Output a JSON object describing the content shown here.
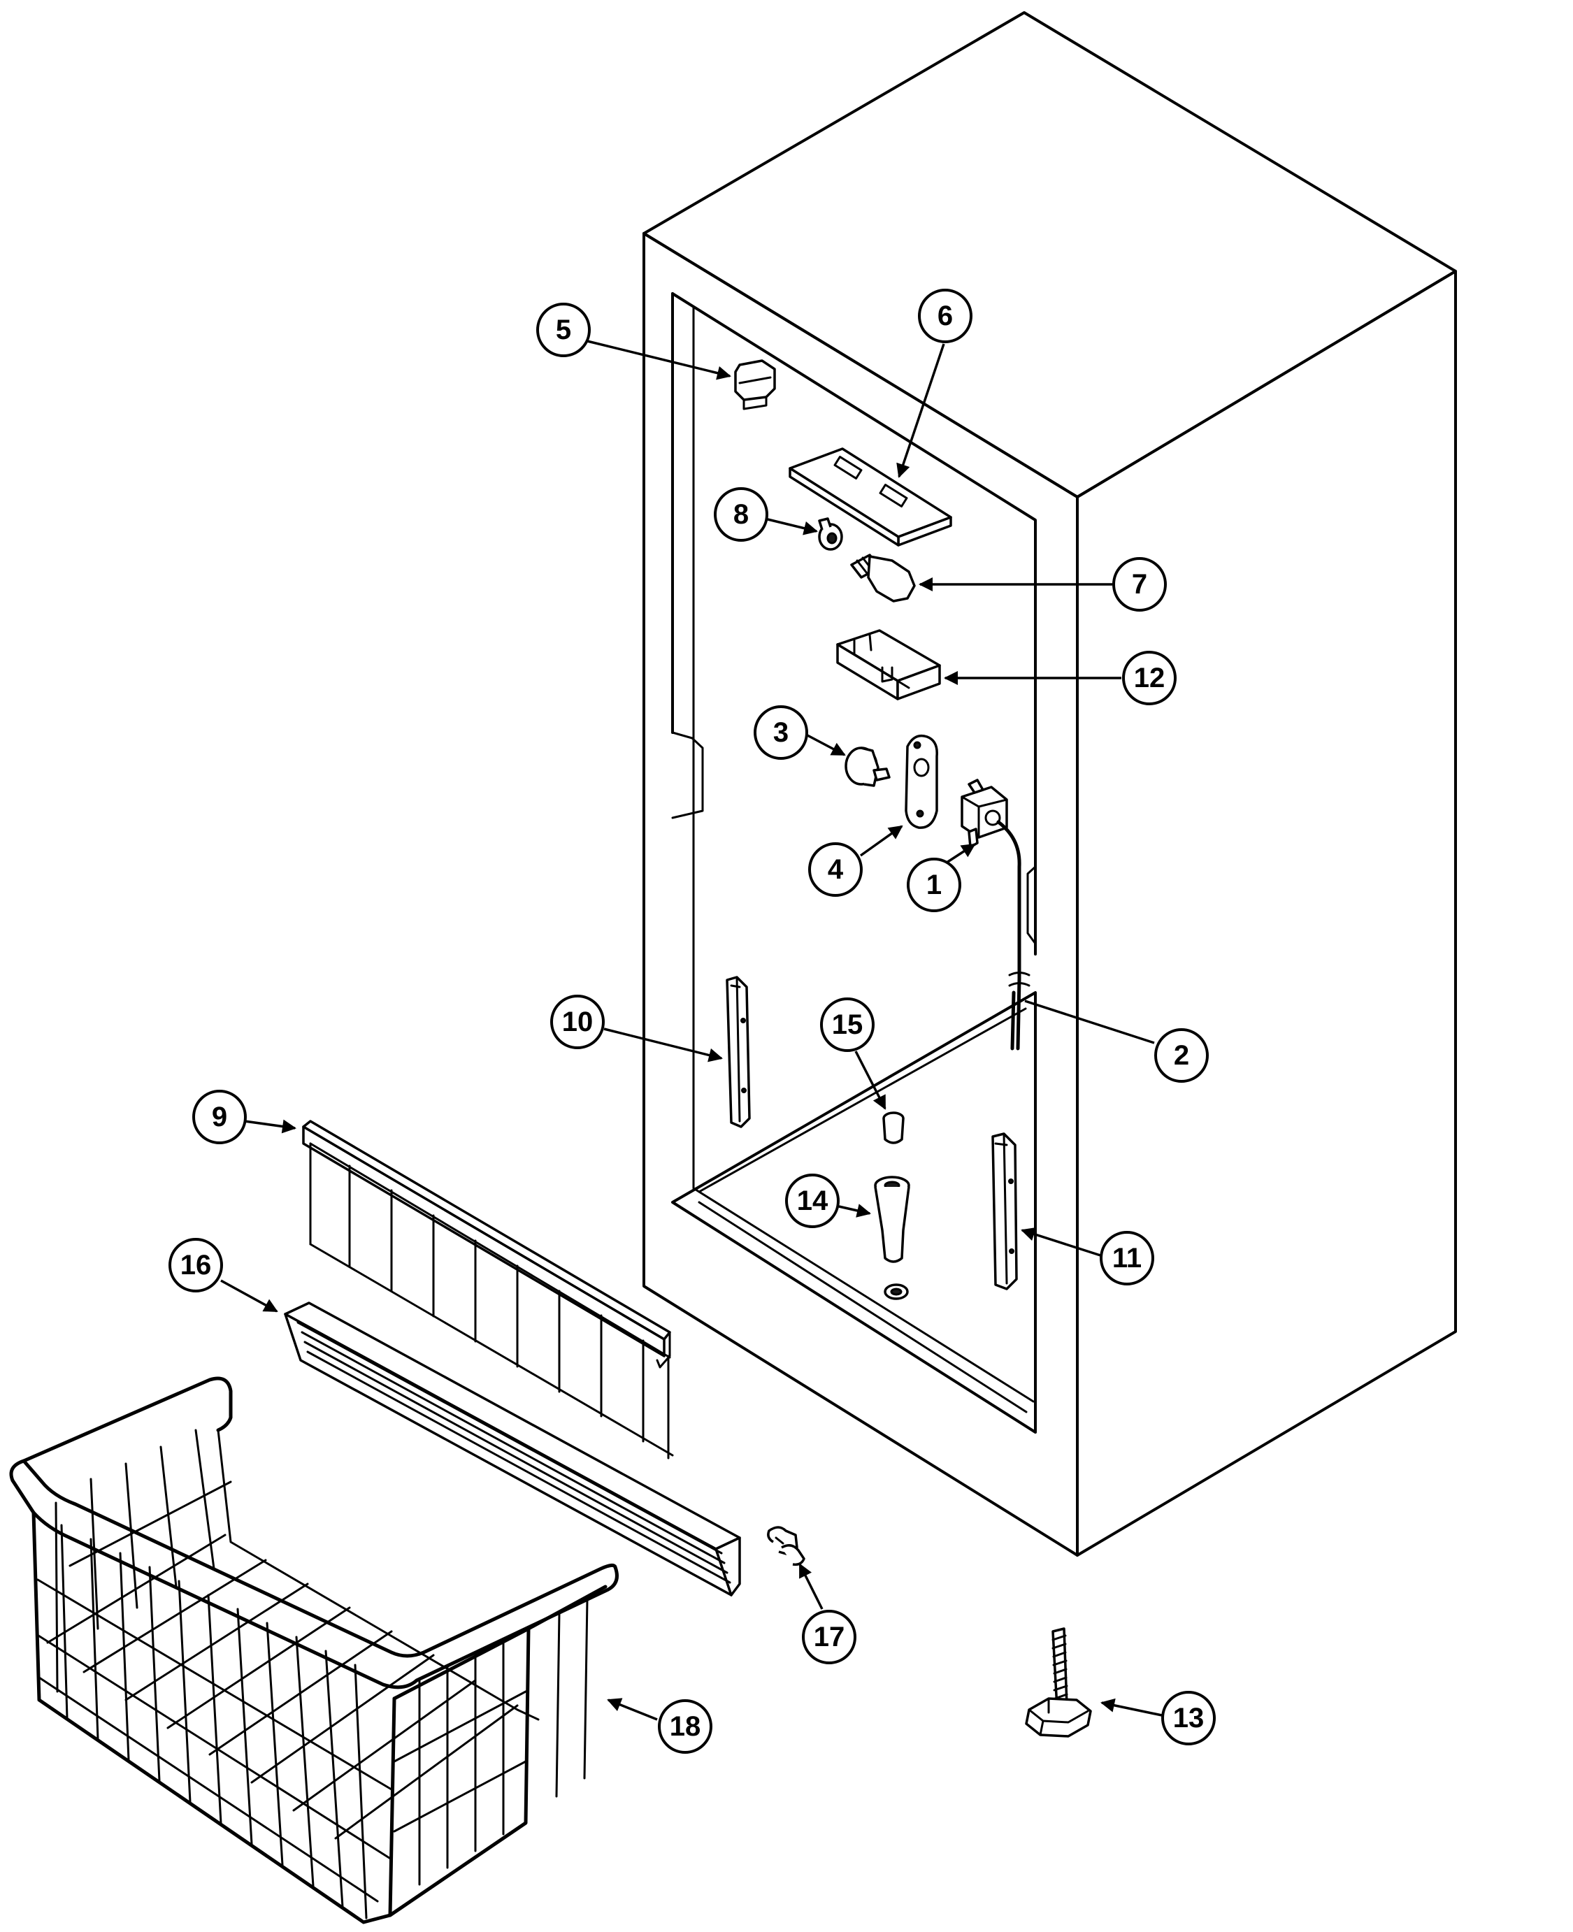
{
  "diagram": {
    "type": "exploded-parts-view",
    "subject": "upright freezer cabinet interior parts",
    "callouts": [
      {
        "id": "callout-1",
        "label": "1"
      },
      {
        "id": "callout-2",
        "label": "2"
      },
      {
        "id": "callout-3",
        "label": "3"
      },
      {
        "id": "callout-4",
        "label": "4"
      },
      {
        "id": "callout-5",
        "label": "5"
      },
      {
        "id": "callout-6",
        "label": "6"
      },
      {
        "id": "callout-7",
        "label": "7"
      },
      {
        "id": "callout-8",
        "label": "8"
      },
      {
        "id": "callout-9",
        "label": "9"
      },
      {
        "id": "callout-10",
        "label": "10"
      },
      {
        "id": "callout-11",
        "label": "11"
      },
      {
        "id": "callout-12",
        "label": "12"
      },
      {
        "id": "callout-13",
        "label": "13"
      },
      {
        "id": "callout-14",
        "label": "14"
      },
      {
        "id": "callout-15",
        "label": "15"
      },
      {
        "id": "callout-16",
        "label": "16"
      },
      {
        "id": "callout-17",
        "label": "17"
      },
      {
        "id": "callout-18",
        "label": "18"
      }
    ]
  }
}
